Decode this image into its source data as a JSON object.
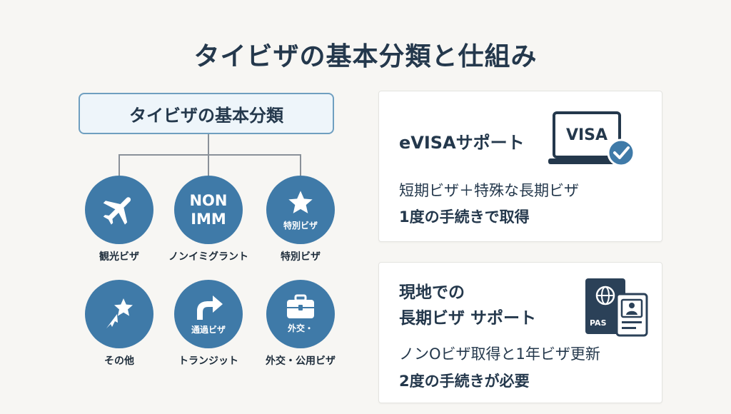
{
  "title": "タイビザの基本分類と仕組み",
  "tree": {
    "root": "タイビザの基本分類",
    "nodes": [
      {
        "label": "観光ビザ",
        "icon": "airplane-icon"
      },
      {
        "label": "ノンイミグラント",
        "icon_text": "NON\nIMM"
      },
      {
        "label": "特別ビザ",
        "icon": "star-icon",
        "icon_caption": "特別ビザ"
      },
      {
        "label": "その他",
        "icon": "shooting-star-icon"
      },
      {
        "label": "トランジット",
        "icon": "arrow-turn-icon",
        "icon_caption": "通過ビザ"
      },
      {
        "label": "外交・公用ビザ",
        "icon": "briefcase-icon",
        "icon_caption": "外交・"
      }
    ]
  },
  "cards": [
    {
      "title": "eVISAサポート",
      "icon": "laptop-visa-icon",
      "icon_text": "VISA",
      "line1": "短期ビザ＋特殊な長期ビザ",
      "line2": "1度の手続きで取得"
    },
    {
      "title_line1": "現地での",
      "title_line2": "長期ビザ サポート",
      "icon": "passport-icon",
      "icon_text": "PAS",
      "line1": "ノンOビザ取得と1年ビザ更新",
      "line2": "2度の手続きが必要"
    }
  ],
  "colors": {
    "accent": "#3f7aa8",
    "title": "#24384c",
    "background": "#f7f6f3"
  }
}
